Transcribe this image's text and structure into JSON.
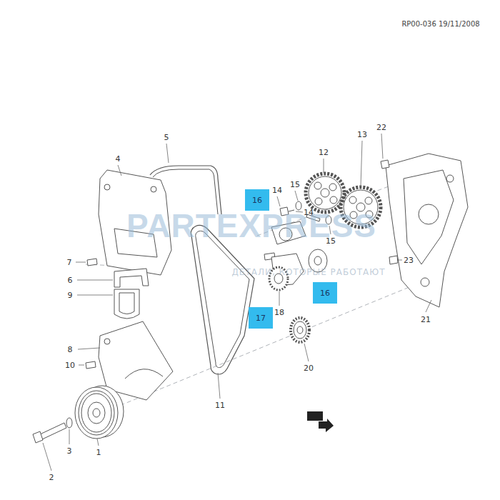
{
  "diagram": {
    "nodes": [
      {
        "text": [
          "16"
        ]
      },
      {
        "text": [
          "16"
        ]
      },
      {
        "text": [
          "17"
        ]
      }
    ],
    "labels": [
      "RP00-036 19/11/2008",
      "PARTEXPRESS",
      "ДЕТАЛИ, КОТОРЫЕ РАБОТАЮТ",
      "1",
      "2",
      "3",
      "4",
      "5",
      "6",
      "7",
      "8",
      "9",
      "10",
      "11",
      "12",
      "13",
      "14",
      "14",
      "15",
      "15",
      "18",
      "20",
      "21",
      "22",
      "23"
    ]
  }
}
